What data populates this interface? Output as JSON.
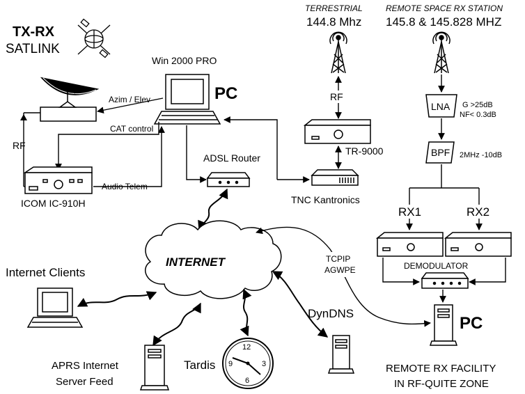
{
  "title": {
    "line1": "TX-RX",
    "line2": "SATLINK"
  },
  "pc_main": {
    "os": "Win 2000 PRO",
    "label": "PC"
  },
  "links": {
    "azim_elev": "Azim / Elev",
    "cat_control": "CAT control",
    "rf_left": "RF",
    "audio_telem": "Audio Telem",
    "rf_mid": "RF",
    "tcpip": "TCPIP",
    "agwpe": "AGWPE"
  },
  "devices": {
    "icom": "ICOM IC-910H",
    "adsl": "ADSL Router",
    "tnc": "TNC Kantronics",
    "tr9000": "TR-9000",
    "lna": "LNA",
    "lna_gain": "G >25dB",
    "lna_nf": "NF< 0.3dB",
    "bpf": "BPF",
    "bpf_spec": "2MHz -10dB",
    "rx1": "RX1",
    "rx2": "RX2",
    "demod": "DEMODULATOR",
    "pc_remote": "PC"
  },
  "terrestrial": {
    "heading": "TERRESTRIAL",
    "freq": "144.8 Mhz"
  },
  "remote_station": {
    "heading": "REMOTE SPACE RX STATION",
    "freq": "145.8 & 145.828 MHZ"
  },
  "network": {
    "internet": "INTERNET",
    "clients": "Internet Clients",
    "aprs_line1": "APRS Internet",
    "aprs_line2": "Server Feed",
    "tardis": "Tardis",
    "dyndns": "DynDNS"
  },
  "clock_numbers": [
    "12",
    "3",
    "6",
    "9"
  ],
  "facility": {
    "line1": "REMOTE RX FACILITY",
    "line2": "IN RF-QUITE ZONE"
  }
}
